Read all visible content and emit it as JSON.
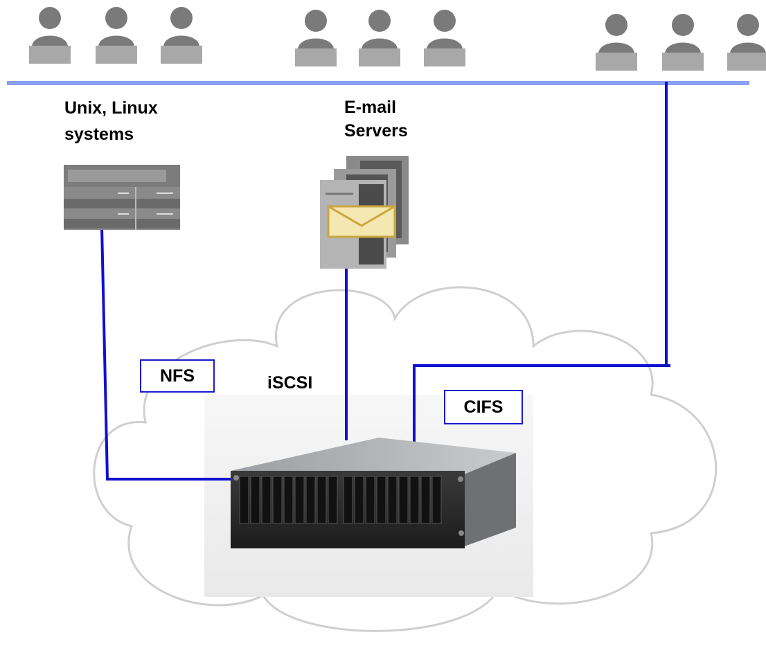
{
  "labels": {
    "unix_line1": "Unix, Linux",
    "unix_line2": "systems",
    "email_line1": "E-mail",
    "email_line2": "Servers",
    "nfs": "NFS",
    "iscsi": "iSCSI",
    "cifs": "CIFS"
  },
  "colors": {
    "lan_line": "#8aa0f0",
    "connection_line": "#1010d0",
    "user_icon": "#7a7a7a",
    "user_desk": "#a8a8a8",
    "cloud_outline": "#cfcfcf",
    "envelope": "#f4e7b0"
  },
  "users": {
    "group_left_count": 3,
    "group_middle_count": 3,
    "group_right_count": 3
  }
}
